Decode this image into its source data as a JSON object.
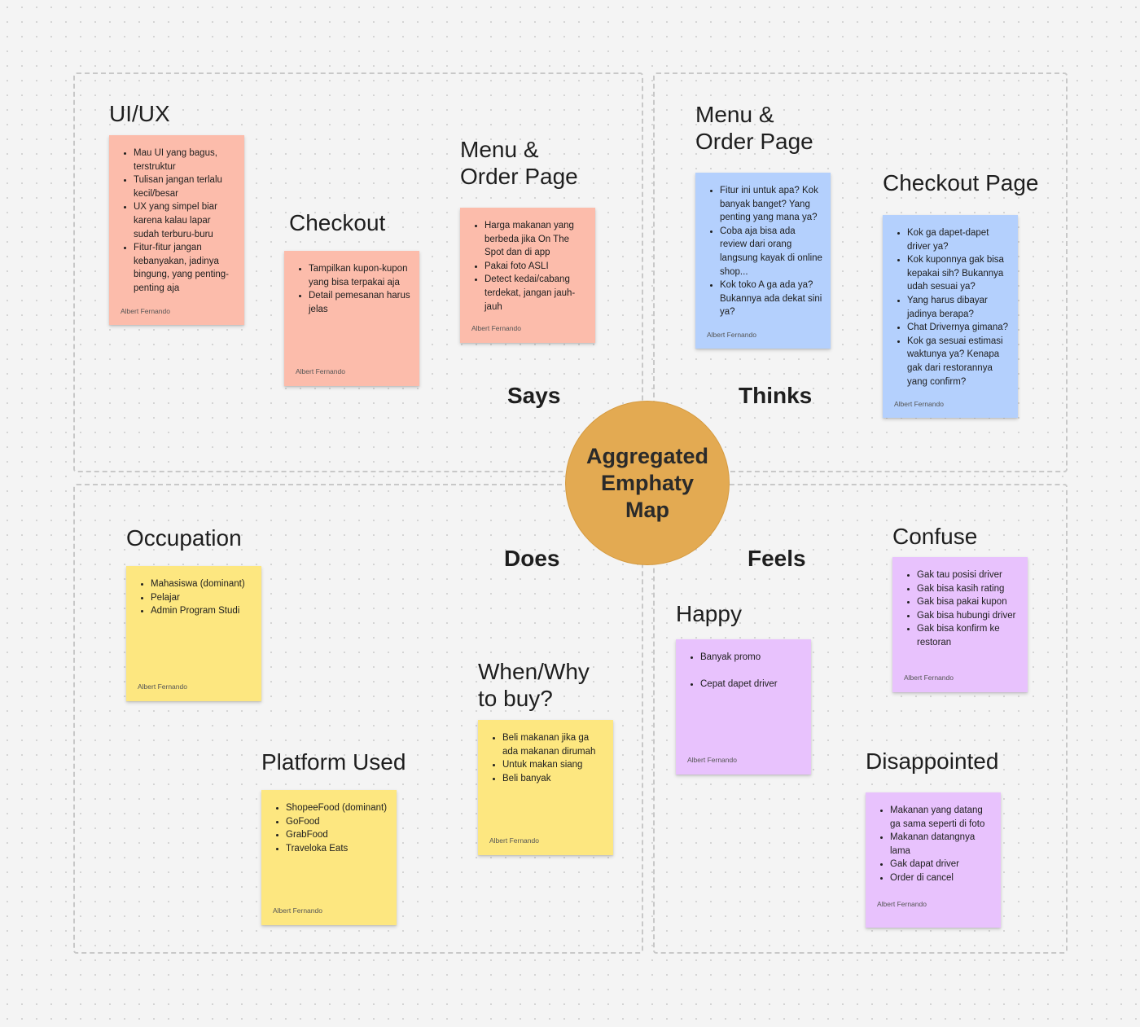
{
  "center_title": "Aggregated Emphaty Map",
  "quadrants": {
    "says": "Says",
    "thinks": "Thinks",
    "does": "Does",
    "feels": "Feels"
  },
  "colors": {
    "says_sticky": "#fcbcab",
    "thinks_sticky": "#b4d0fd",
    "does_sticky": "#fde780",
    "feels_sticky": "#e8c2fd",
    "center_circle": "#e3aa52"
  },
  "says": {
    "uiux": {
      "heading": "UI/UX",
      "items": [
        "Mau UI yang bagus, terstruktur",
        "Tulisan jangan terlalu kecil/besar",
        "UX yang simpel biar karena kalau lapar sudah terburu-buru",
        "Fitur-fitur jangan kebanyakan, jadinya bingung, yang penting-penting aja"
      ],
      "author": "Albert Fernando"
    },
    "checkout": {
      "heading": "Checkout",
      "items": [
        "Tampilkan kupon-kupon yang bisa terpakai aja",
        "Detail pemesanan harus jelas"
      ],
      "author": "Albert Fernando"
    },
    "menu_order": {
      "heading_line1": "Menu &",
      "heading_line2": "Order Page",
      "items": [
        "Harga makanan yang berbeda jika On The Spot dan di app",
        "Pakai foto ASLI",
        "Detect kedai/cabang terdekat, jangan jauh-jauh"
      ],
      "author": "Albert Fernando"
    }
  },
  "thinks": {
    "menu_order": {
      "heading_line1": "Menu &",
      "heading_line2": "Order Page",
      "items": [
        "Fitur ini untuk apa? Kok banyak banget? Yang penting yang mana ya?",
        "Coba aja bisa ada review dari orang langsung kayak di online shop...",
        "Kok toko A ga ada ya? Bukannya ada dekat sini ya?"
      ],
      "author": "Albert Fernando"
    },
    "checkout": {
      "heading": "Checkout Page",
      "items": [
        "Kok ga dapet-dapet driver ya?",
        "Kok kuponnya gak bisa kepakai sih? Bukannya udah sesuai ya?",
        "Yang harus dibayar jadinya berapa?",
        "Chat Drivernya gimana?",
        "Kok ga sesuai estimasi waktunya ya? Kenapa gak dari restorannya yang confirm?"
      ],
      "author": "Albert Fernando"
    }
  },
  "does": {
    "occupation": {
      "heading": "Occupation",
      "items": [
        "Mahasiswa (dominant)",
        "Pelajar",
        "Admin Program Studi"
      ],
      "author": "Albert Fernando"
    },
    "platform": {
      "heading": "Platform Used",
      "items": [
        "ShopeeFood (dominant)",
        "GoFood",
        "GrabFood",
        "Traveloka Eats"
      ],
      "author": "Albert Fernando"
    },
    "when_why": {
      "heading_line1": "When/Why",
      "heading_line2": "to buy?",
      "items": [
        "Beli makanan jika ga ada makanan dirumah",
        "Untuk makan siang",
        "Beli banyak"
      ],
      "author": "Albert Fernando"
    }
  },
  "feels": {
    "happy": {
      "heading": "Happy",
      "items": [
        "Banyak promo",
        "Cepat dapet driver"
      ],
      "author": "Albert Fernando"
    },
    "confuse": {
      "heading": "Confuse",
      "items": [
        "Gak tau posisi driver",
        "Gak bisa kasih rating",
        "Gak bisa pakai kupon",
        "Gak bisa hubungi driver",
        "Gak bisa konfirm ke restoran"
      ],
      "author": "Albert Fernando"
    },
    "disappointed": {
      "heading": "Disappointed",
      "items": [
        "Makanan yang datang ga sama seperti di foto",
        "Makanan datangnya lama",
        "Gak dapat driver",
        "Order di cancel"
      ],
      "author": "Albert Fernando"
    }
  }
}
